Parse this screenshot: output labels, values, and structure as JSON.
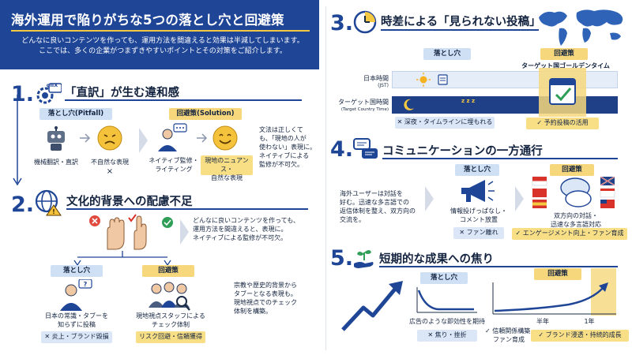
{
  "header": {
    "title": "海外運用で陥りがちな5つの落とし穴と回避策",
    "subtitle_1": "どんなに良いコンテンツを作っても、運用方法を間違えると効果は半減してしまいます。",
    "subtitle_2": "ここでは、多くの企業がつまずきやすいポイントとその対策をご紹介します。"
  },
  "sections": {
    "s1": {
      "number": "1.",
      "title": "「直訳」が生む違和感",
      "icon_text": "gIIX",
      "pitfall_tag": "落とし穴(Pitfall)",
      "solution_tag": "回避策(Solution)",
      "robot_label": "機械翻訳・直訳",
      "sad_label": "不自然な表現",
      "sad_mark": "×",
      "native_label": "ネイティブ監修・ライティング",
      "native_label_1": "ネイティブ監修・",
      "native_label_2": "ライティング",
      "result_1": "現地のニュアンス・",
      "result_2": "自然な表現",
      "note_1": "文法は正しくて",
      "note_2": "も、「現地の人が",
      "note_3": "使わない」表現に。",
      "note_4": "ネイティブによる",
      "note_5": "監修が不可欠。"
    },
    "s2": {
      "number": "2.",
      "title": "文化的背景への配慮不足",
      "note_1": "どんなに良いコンテンツを作っても、",
      "note_2": "運用方法を間違えると、表現に。",
      "note_3": "ネイティブによる監修が不可欠。",
      "pitfall_tag": "落とし穴",
      "solution_tag": "回避策",
      "pit_label_1": "日本の常識・タブーを",
      "pit_label_2": "知らずに投稿",
      "pit_chip": "✕ 炎上・ブランド毀損",
      "sol_label_1": "現地視点スタッフによる",
      "sol_label_2": "チェック体制",
      "sol_chip": "リスク回避・信頼獲得",
      "side_1": "宗教や歴史的背景から",
      "side_2": "タブーとなる表現も。",
      "side_3": "現地視点でのチェック",
      "side_4": "体制を構築。"
    },
    "s3": {
      "number": "3.",
      "title": "時差による「見られない投稿」",
      "pitfall_tag": "落とし穴",
      "solution_tag": "回避策",
      "jp_time": "日本時間",
      "jp_time_sub": "(JST)",
      "target_time": "ターゲット国時間",
      "target_time_sub": "(Target Country Time)",
      "golden_time": "ターゲット国ゴールデンタイム",
      "zzz": "z z z",
      "pit_chip": "✕ 深夜・タイムラインに埋もれる",
      "sol_chip": "✓ 予約投稿の活用"
    },
    "s4": {
      "number": "4.",
      "title": "コミュニケーションの一方通行",
      "pitfall_tag": "落とし穴",
      "solution_tag": "回避策",
      "note_1": "海外ユーザーは対話を",
      "note_2": "好む。迅速な多言語での",
      "note_3": "返信体制を整え、双方向の",
      "note_4": "交流を。",
      "pit_label_1": "情報投げっぱなし・",
      "pit_label_2": "コメント放置",
      "pit_chip": "✕ ファン離れ",
      "sol_label_1": "双方向の対話・",
      "sol_label_2": "迅速な多言語対応",
      "sol_chip": "✓ エンゲージメント向上・ファン育成"
    },
    "s5": {
      "number": "5.",
      "title": "短期的な成果への焦り",
      "pitfall_tag": "落とし穴",
      "solution_tag": "回避策",
      "pit_label": "広告のような即効性を期待",
      "pit_chip": "✕ 焦り・挫折",
      "half_year": "半年",
      "one_year": "1年",
      "sol_label_1": "✓ 信頼関係構築・",
      "sol_label_2": "ファン育成",
      "sol_chip": "✓ ブランド浸透・持続的成長"
    }
  },
  "colors": {
    "navy": "#1f4596",
    "yellow": "#f6d77c",
    "light_blue": "#cfe0f5",
    "red": "#d8322b",
    "green": "#2f9e57"
  }
}
